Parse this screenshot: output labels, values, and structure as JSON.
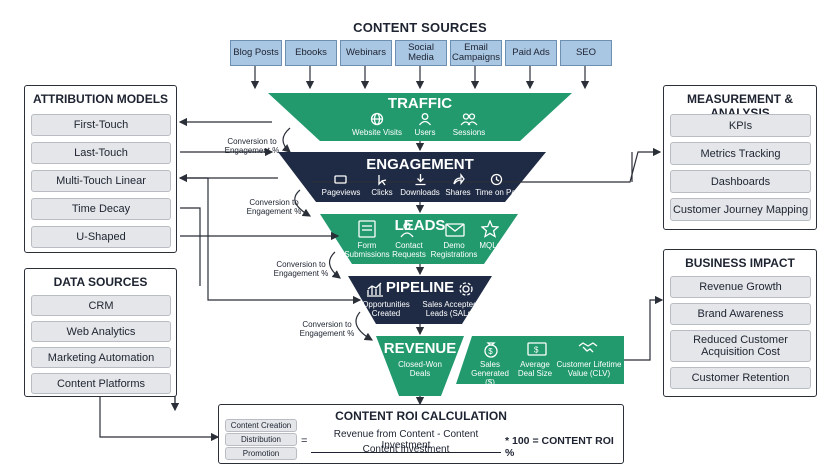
{
  "content_sources": {
    "title": "CONTENT SOURCES",
    "items": [
      "Blog Posts",
      "Ebooks",
      "Webinars",
      "Social Media",
      "Email Campaigns",
      "Paid Ads",
      "SEO"
    ]
  },
  "funnel": {
    "traffic": {
      "title": "TRAFFIC",
      "items": [
        "Website Visits",
        "Users",
        "Sessions"
      ]
    },
    "engagement": {
      "title": "ENGAGEMENT",
      "items": [
        "Pageviews",
        "Clicks",
        "Downloads",
        "Shares",
        "Time on Page"
      ]
    },
    "leads": {
      "title": "LEADS",
      "items": [
        "Form Submissions",
        "Contact Requests",
        "Demo Registrations",
        "MQLs"
      ]
    },
    "pipeline": {
      "title": "PIPELINE",
      "items": [
        "Opportunities Created",
        "Sales Accepted Leads (SALs)"
      ]
    },
    "revenue": {
      "title": "REVENUE",
      "items": [
        "Closed-Won Deals"
      ]
    },
    "revenue_metrics": [
      "Sales Generated ($)",
      "Average Deal Size",
      "Customer Lifetime Value (CLV)"
    ],
    "conversion_label": "Conversion to Engagement %"
  },
  "attribution_models": {
    "title": "ATTRIBUTION MODELS",
    "items": [
      "First-Touch",
      "Last-Touch",
      "Multi-Touch Linear",
      "Time Decay",
      "U-Shaped"
    ]
  },
  "data_sources": {
    "title": "DATA SOURCES",
    "items": [
      "CRM",
      "Web Analytics",
      "Marketing Automation",
      "Content Platforms"
    ]
  },
  "measurement": {
    "title": "MEASUREMENT & ANALYSIS",
    "items": [
      "KPIs",
      "Metrics Tracking",
      "Dashboards",
      "Customer Journey Mapping"
    ]
  },
  "business_impact": {
    "title": "BUSINESS IMPACT",
    "items": [
      "Revenue Growth",
      "Brand Awareness",
      "Reduced Customer Acquisition Cost",
      "Customer Retention"
    ]
  },
  "roi": {
    "title": "CONTENT ROI CALCULATION",
    "inputs": [
      "Content Creation",
      "Distribution",
      "Promotion"
    ],
    "equals": "=",
    "numerator": "Revenue from Content - Content Investment",
    "denominator": "Content Investment",
    "result": "* 100 = CONTENT ROI %"
  },
  "colors": {
    "green": "#229a6e",
    "navy": "#1f2b44",
    "source_blue": "#a9c6e3",
    "panel_box": "#e4e6e9"
  }
}
